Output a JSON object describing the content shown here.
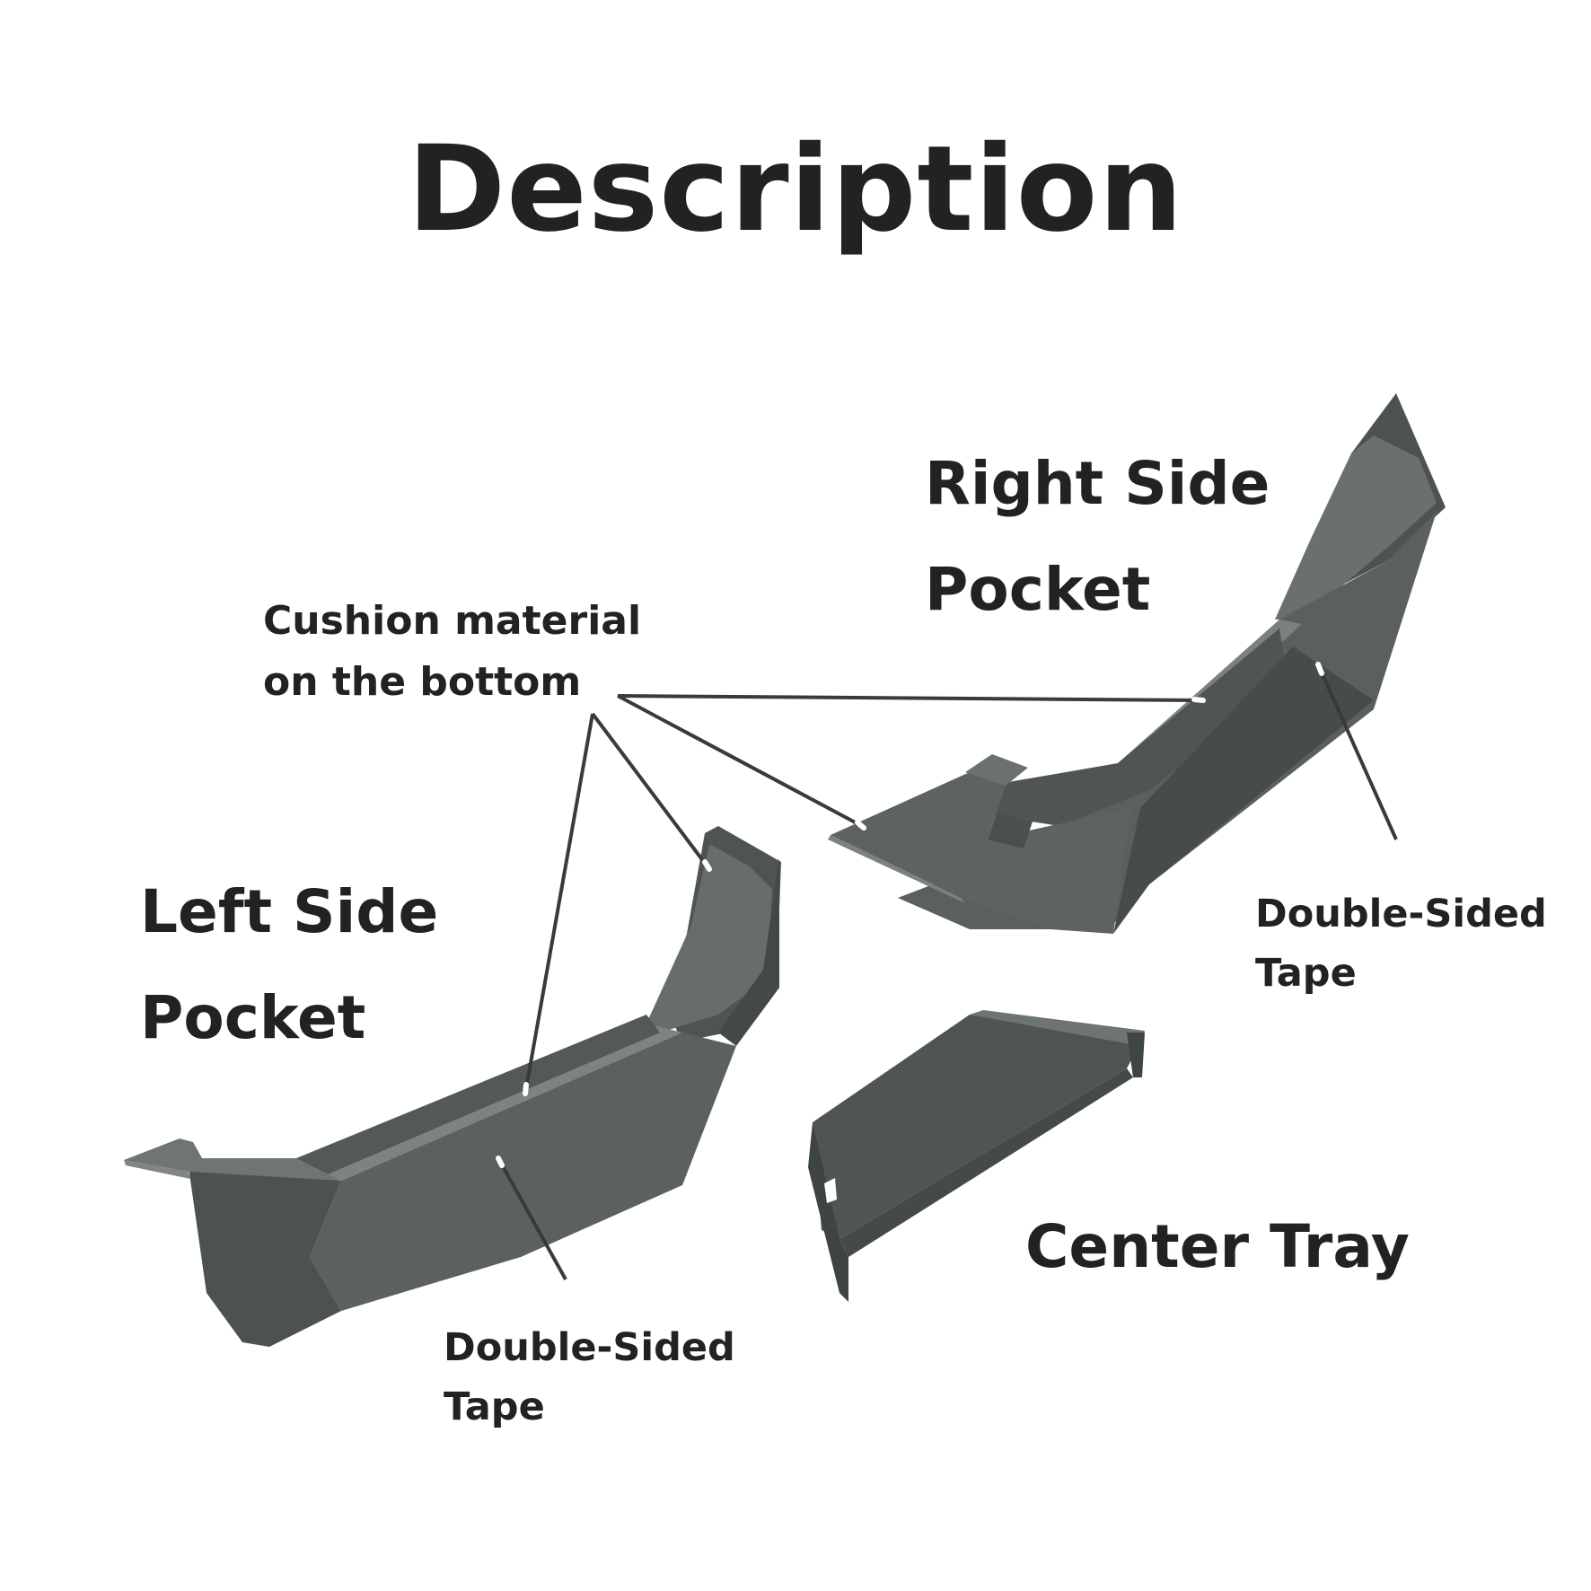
{
  "title": "Description",
  "labels": {
    "right_pocket": [
      "Right Side",
      "Pocket"
    ],
    "left_pocket": [
      "Left Side",
      "Pocket"
    ],
    "cushion": [
      "Cushion material",
      "on the bottom"
    ],
    "tape_right": [
      "Double-Sided",
      "Tape"
    ],
    "tape_left": [
      "Double-Sided",
      "Tape"
    ],
    "center_tray": "Center Tray"
  },
  "colors": {
    "background": "#ffffff",
    "text": "#222222",
    "part_base": "#5d6262",
    "part_dark": "#474c4c",
    "part_light": "#7a7f7f",
    "leader_line": "#3a3a3a"
  }
}
